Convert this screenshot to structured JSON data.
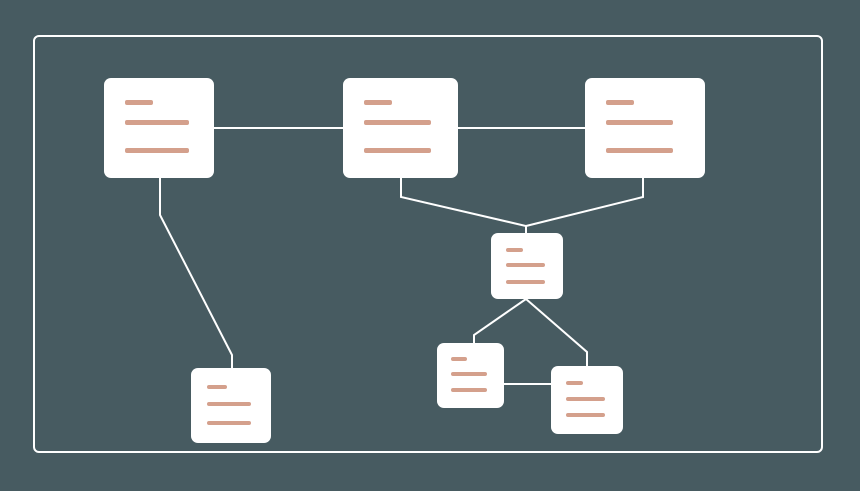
{
  "diagram": {
    "background_color": "#475b61",
    "frame_color": "#ffffff",
    "node_color": "#ffffff",
    "text_placeholder_color": "#d4a08c",
    "nodes": [
      {
        "id": "node-top-left",
        "lines": 3
      },
      {
        "id": "node-top-center",
        "lines": 3
      },
      {
        "id": "node-top-right",
        "lines": 3
      },
      {
        "id": "node-middle-hub",
        "lines": 3
      },
      {
        "id": "node-bottom-left",
        "lines": 3
      },
      {
        "id": "node-bottom-center",
        "lines": 3
      },
      {
        "id": "node-bottom-right",
        "lines": 3
      }
    ],
    "edges": [
      {
        "from": "node-top-left",
        "to": "node-top-center"
      },
      {
        "from": "node-top-center",
        "to": "node-top-right"
      },
      {
        "from": "node-top-left",
        "to": "node-bottom-left"
      },
      {
        "from": "node-top-center",
        "to": "node-middle-hub"
      },
      {
        "from": "node-top-right",
        "to": "node-middle-hub"
      },
      {
        "from": "node-middle-hub",
        "to": "node-bottom-center"
      },
      {
        "from": "node-middle-hub",
        "to": "node-bottom-right"
      },
      {
        "from": "node-bottom-center",
        "to": "node-bottom-right"
      }
    ]
  }
}
